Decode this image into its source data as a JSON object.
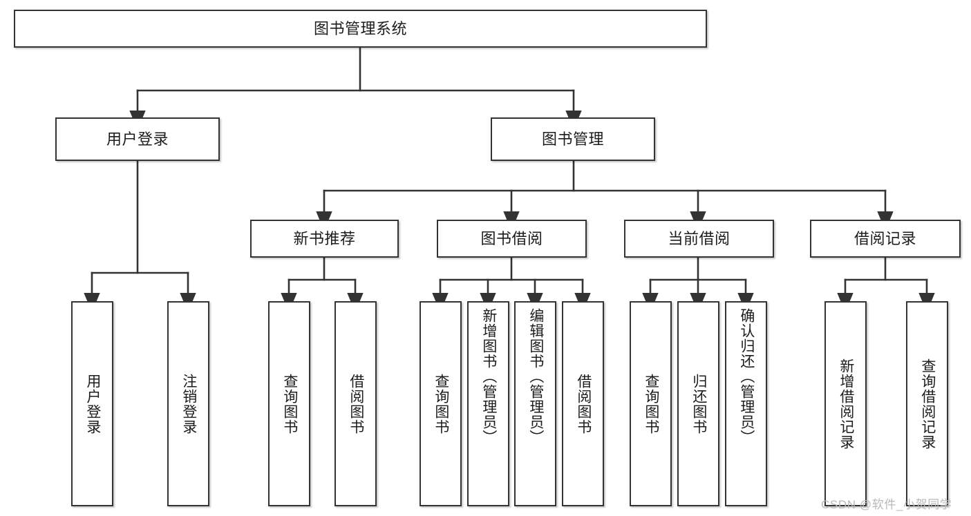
{
  "diagram": {
    "title": "图书管理系统",
    "watermark": "CSDN @软件_小贺同学",
    "colors": {
      "box_border": "#333333",
      "box_fill": "#ffffff",
      "edge": "#333333",
      "text": "#1c1c1c",
      "watermark": "#b9b9b9"
    },
    "root": {
      "label": "图书管理系统"
    },
    "level2": [
      {
        "label": "用户登录"
      },
      {
        "label": "图书管理"
      }
    ],
    "level3": [
      {
        "label": "新书推荐"
      },
      {
        "label": "图书借阅"
      },
      {
        "label": "当前借阅"
      },
      {
        "label": "借阅记录"
      }
    ],
    "leaves": {
      "user_login": [
        {
          "label": "用户登录"
        },
        {
          "label": "注销登录"
        }
      ],
      "new_book_recommend": [
        {
          "label": "查询图书"
        },
        {
          "label": "借阅图书"
        }
      ],
      "book_borrow": [
        {
          "label": "查询图书"
        },
        {
          "label": "新增图书（管理员）"
        },
        {
          "label": "编辑图书（管理员）"
        },
        {
          "label": "借阅图书"
        }
      ],
      "current_borrow": [
        {
          "label": "查询图书"
        },
        {
          "label": "归还图书"
        },
        {
          "label": "确认归还（管理员）"
        }
      ],
      "borrow_record": [
        {
          "label": "新增借阅记录"
        },
        {
          "label": "查询借阅记录"
        }
      ]
    }
  }
}
